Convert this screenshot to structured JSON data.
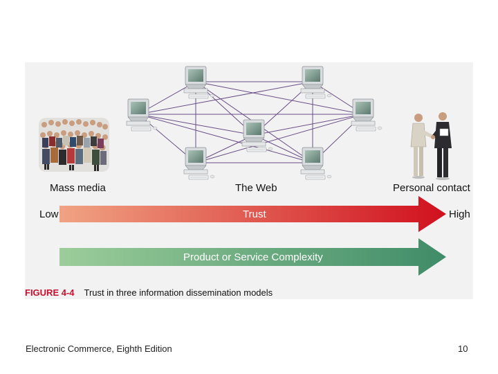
{
  "figure": {
    "models": {
      "mass_media": "Mass media",
      "web": "The Web",
      "personal": "Personal contact"
    },
    "trust_arrow": {
      "label": "Trust",
      "low": "Low",
      "high": "High",
      "color_start": "#f0a383",
      "color_end": "#d0101e"
    },
    "complexity_arrow": {
      "label": "Product or Service Complexity",
      "color_start": "#9ccd9a",
      "color_end": "#3f8c68"
    },
    "caption": {
      "number": "FIGURE 4-4",
      "text": "Trust in three information dissemination models",
      "color": "#c8102e"
    }
  },
  "footer": {
    "book": "Electronic Commerce, Eighth Edition",
    "page": "10"
  }
}
